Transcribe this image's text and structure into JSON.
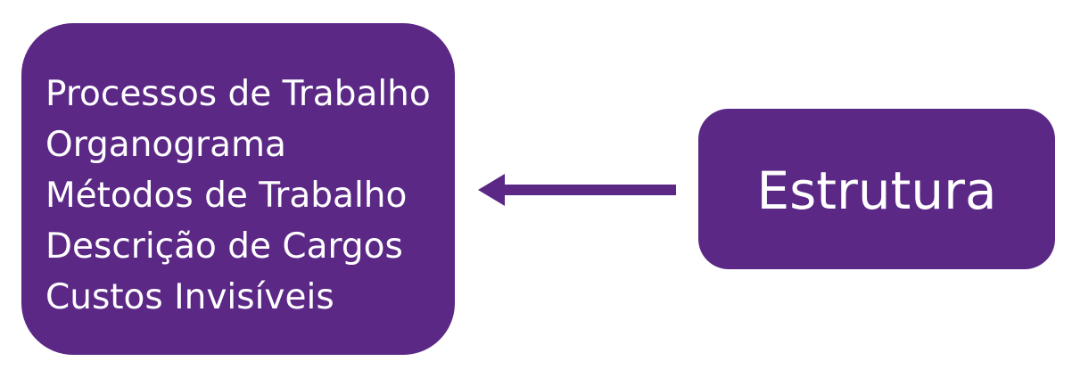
{
  "diagram": {
    "left_box": {
      "items": [
        "Processos de Trabalho",
        "Organograma",
        "Métodos de Trabalho",
        "Descrição de Cargos",
        "Custos Invisíveis"
      ]
    },
    "right_box": {
      "label": "Estrutura"
    },
    "arrow": {
      "direction": "left",
      "from": "right_box",
      "to": "left_box"
    },
    "colors": {
      "box_fill": "#5b2886",
      "text": "#ffffff",
      "background": "#ffffff"
    }
  }
}
